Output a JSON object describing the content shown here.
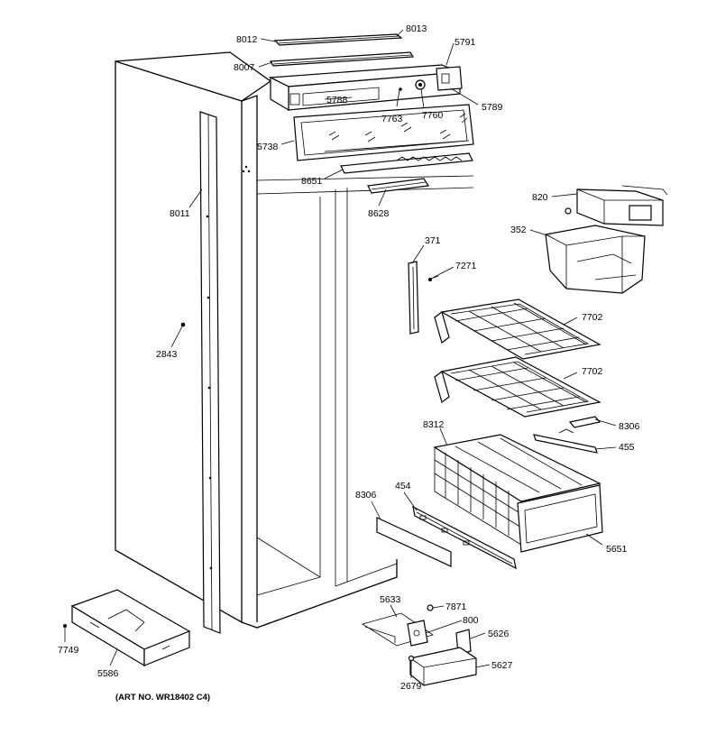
{
  "labels": {
    "p8012": "8012",
    "p8013": "8013",
    "p5791": "5791",
    "p8007": "8007",
    "p5788": "5788",
    "p7763": "7763",
    "p7760": "7760",
    "p5789": "5789",
    "p5738": "5738",
    "p8651": "8651",
    "p8628": "8628",
    "p8011": "8011",
    "p820": "820",
    "p352": "352",
    "p371": "371",
    "p7271": "7271",
    "p7702a": "7702",
    "p7702b": "7702",
    "p2843": "2843",
    "p8306a": "8306",
    "p8312": "8312",
    "p455": "455",
    "p454": "454",
    "p8306b": "8306",
    "p5651": "5651",
    "p5633": "5633",
    "p7871": "7871",
    "p800": "800",
    "p5626": "5626",
    "p5627": "5627",
    "p2679": "2679",
    "p7749": "7749",
    "p5586": "5586"
  },
  "footer": {
    "art_no": "(ART NO. WR18402 C4)"
  }
}
